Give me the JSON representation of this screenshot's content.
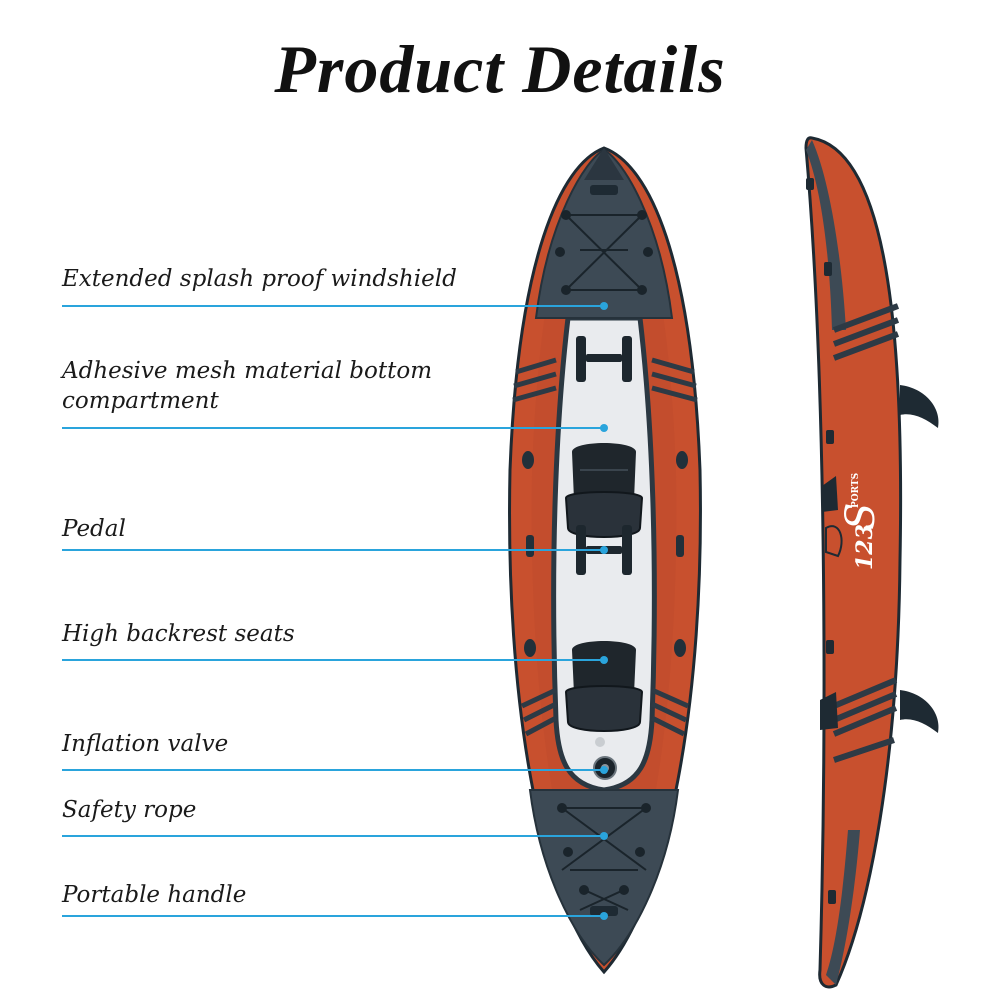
{
  "title": "Product Details",
  "callouts": [
    {
      "label": "Extended splash proof windshield"
    },
    {
      "label": "Adhesive mesh material bottom compartment"
    },
    {
      "label": "Pedal"
    },
    {
      "label": "High backrest seats"
    },
    {
      "label": "Inflation valve"
    },
    {
      "label": "Safety rope"
    },
    {
      "label": "Portable handle"
    }
  ],
  "logo": {
    "number": "123",
    "letter": "S",
    "small": "PORTS"
  },
  "colors": {
    "hull": "#c8502e",
    "hull_dark": "#a63e22",
    "deck": "#3d4a55",
    "floor": "#e9ebee",
    "accent_line": "#2aa4dc"
  }
}
